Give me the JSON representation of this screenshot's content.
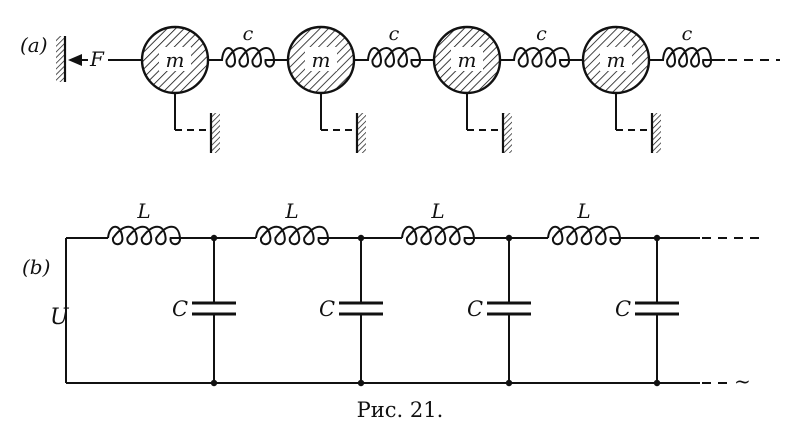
{
  "diagram": {
    "part_a": {
      "tag": "(a)",
      "force_label": "F",
      "mass_label": "m",
      "spring_label": "c",
      "mass_count": 4
    },
    "part_b": {
      "tag": "(b)",
      "voltage_label": "U",
      "inductor_label": "L",
      "capacitor_label": "C",
      "section_count": 4,
      "end_mark": "~"
    },
    "caption": "Рис. 21."
  },
  "colors": {
    "ink": "#111111",
    "paper": "#ffffff"
  }
}
